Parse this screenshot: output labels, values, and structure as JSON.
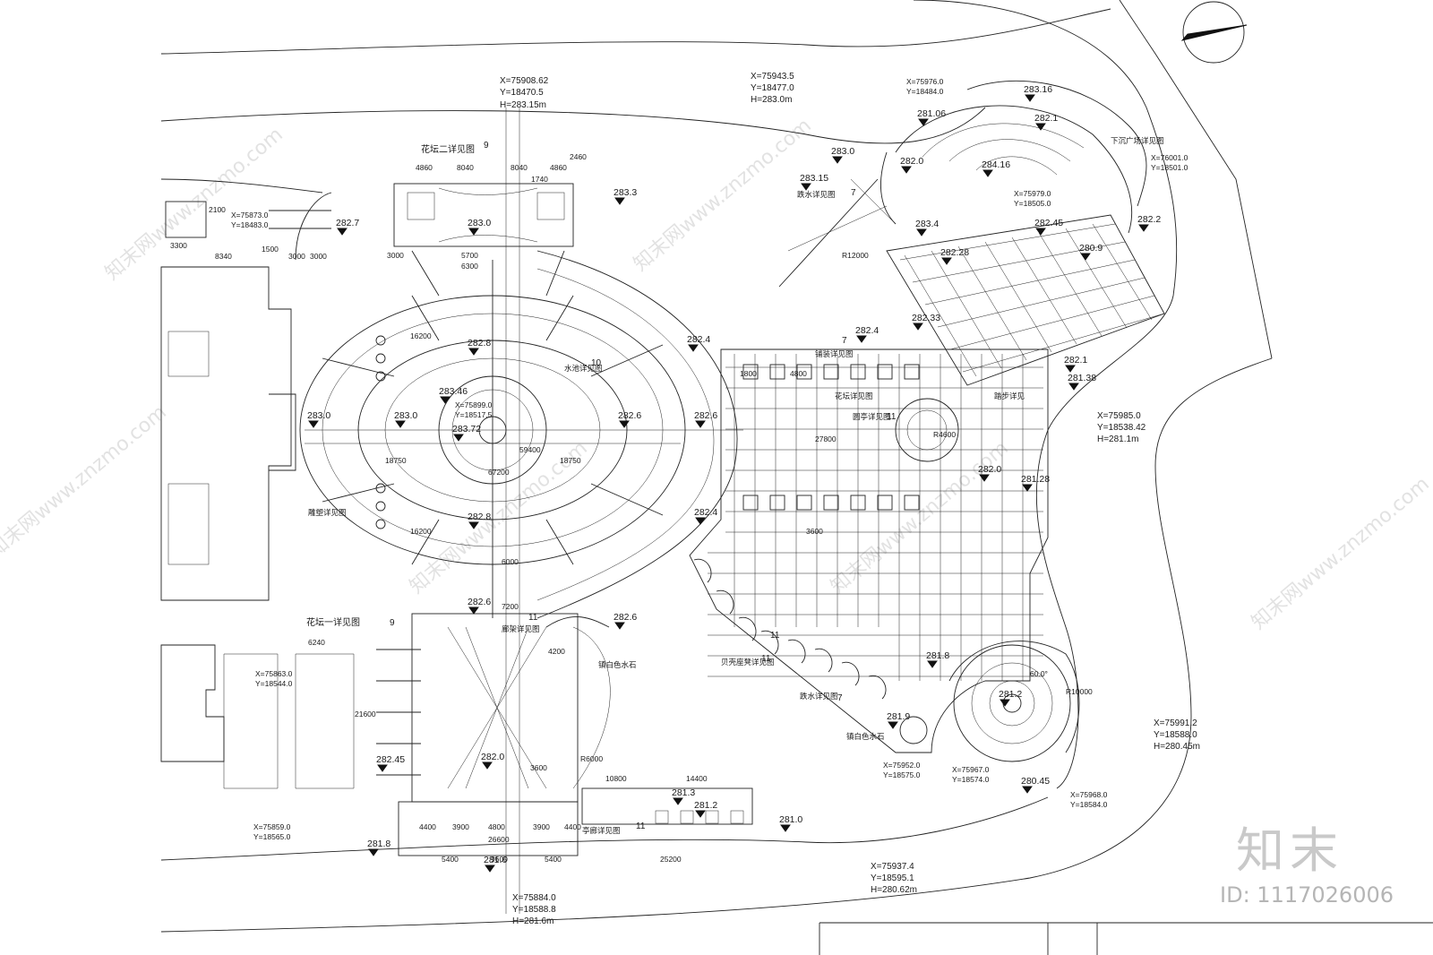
{
  "watermark": {
    "brand": "知末",
    "id_text": "ID: 1117026006",
    "site_text": "知末网www.znzmo.com"
  },
  "coordinates": [
    {
      "x": "X=75908.62",
      "y": "Y=18470.5",
      "h": "H=283.15m"
    },
    {
      "x": "X=75943.5",
      "y": "Y=18477.0",
      "h": "H=283.0m"
    },
    {
      "x": "X=75976.0",
      "y": "Y=18484.0"
    },
    {
      "x": "X=76001.0",
      "y": "Y=18501.0"
    },
    {
      "x": "X=75979.0",
      "y": "Y=18505.0"
    },
    {
      "x": "X=75873.0",
      "y": "Y=18483.0"
    },
    {
      "x": "X=75899.0",
      "y": "Y=18517.5"
    },
    {
      "x": "X=75985.0",
      "y": "Y=18538.42",
      "h": "H=281.1m"
    },
    {
      "x": "X=75863.0",
      "y": "Y=18544.0"
    },
    {
      "x": "X=75991.2",
      "y": "Y=18588.0",
      "h": "H=280.45m"
    },
    {
      "x": "X=75952.0",
      "y": "Y=18575.0"
    },
    {
      "x": "X=75967.0",
      "y": "Y=18574.0"
    },
    {
      "x": "X=75968.0",
      "y": "Y=18584.0"
    },
    {
      "x": "X=75859.0",
      "y": "Y=18565.0"
    },
    {
      "x": "X=75937.4",
      "y": "Y=18595.1",
      "h": "H=280.62m"
    },
    {
      "x": "X=75884.0",
      "y": "Y=18588.8",
      "h": "H=281.6m"
    }
  ],
  "elevations": [
    "283.0",
    "283.15",
    "283.3",
    "282.7",
    "283.0",
    "282.8",
    "283.46",
    "283.72",
    "283.0",
    "283.0",
    "282.6",
    "282.4",
    "282.6",
    "282.4",
    "282.8",
    "282.6",
    "282.6",
    "282.45",
    "282.0",
    "281.8",
    "281.6",
    "281.3",
    "281.2",
    "281.0",
    "282.4",
    "282.0",
    "281.8",
    "281.9",
    "281.2",
    "280.45",
    "281.28",
    "281.38",
    "282.1",
    "282.2",
    "280.9",
    "282.45",
    "282.28",
    "282.33",
    "283.4",
    "282.0",
    "281.06",
    "284.16",
    "283.16",
    "282.1"
  ],
  "annotations": {
    "flower_bed_2": "花坛二详见图",
    "flower_bed_1": "花坛一详见图",
    "flower_bed": "花坛详见图",
    "paving_detail": "铺装详见图",
    "water_feature": "水池详见图",
    "sunken_plaza": "下沉广场详见图",
    "pavilion": "亭廊详见图",
    "colonnade": "廊架详见图",
    "sculpture_pool": "雕塑详见图",
    "round_pavilion": "圆亭详见图",
    "shell_seats": "贝壳座凳详见图",
    "tread_stone": "踏步详见",
    "rock_feature": "镇白色水石",
    "rockery": "镇白色水石",
    "drop_board": "跌水详见图"
  },
  "dimensions": [
    "4860",
    "8040",
    "8040",
    "4860",
    "2460",
    "1740",
    "6300",
    "5700",
    "3000",
    "2100",
    "3300",
    "8340",
    "1500",
    "3000",
    "3000",
    "3600",
    "4800",
    "1800",
    "16200",
    "16200",
    "18750",
    "18750",
    "67200",
    "59400",
    "27800",
    "14400",
    "10800",
    "26600",
    "25200",
    "9600",
    "5400",
    "5400",
    "4400",
    "3900",
    "4800",
    "3900",
    "4400",
    "6240",
    "21600",
    "4200",
    "3600",
    "6000",
    "7200",
    "60.0°",
    "R4600",
    "R10000",
    "R12000",
    "R6000"
  ],
  "section_marks": [
    "9",
    "10",
    "11",
    "7",
    "11",
    "7",
    "11",
    "9",
    "11",
    "7",
    "11"
  ]
}
